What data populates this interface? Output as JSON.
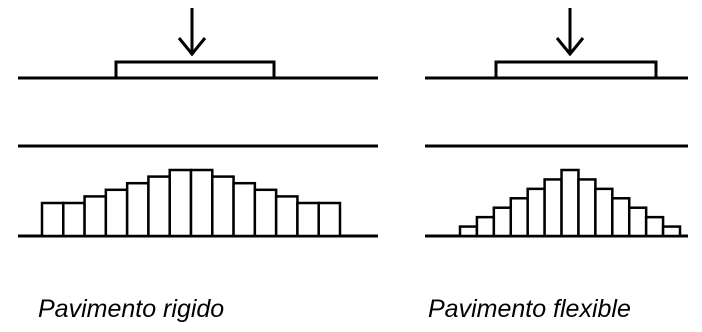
{
  "colors": {
    "line": "#000000",
    "background": "#ffffff"
  },
  "panels": [
    {
      "caption": "Pavimento rigido",
      "pressure_profile": [
        5,
        5,
        6,
        7,
        8,
        9,
        10,
        10,
        9,
        8,
        7,
        6,
        5,
        5
      ]
    },
    {
      "caption": "Pavimento flexible",
      "pressure_profile": [
        2,
        4,
        6,
        8,
        10,
        12,
        14,
        12,
        10,
        8,
        6,
        4,
        2
      ]
    }
  ]
}
